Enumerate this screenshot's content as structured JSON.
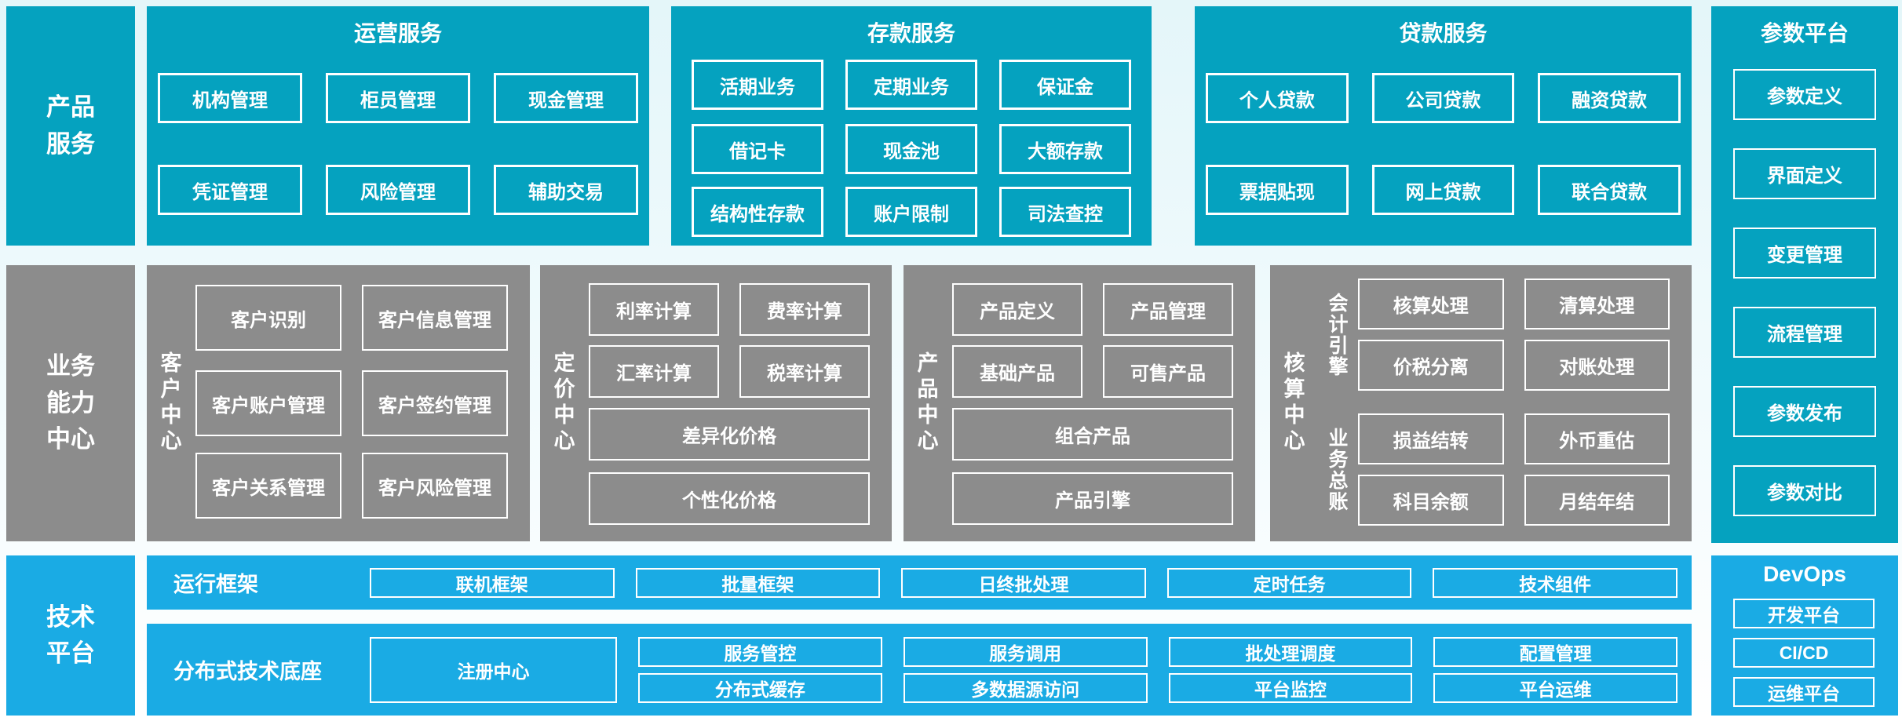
{
  "colors": {
    "teal": "#05A2BF",
    "blue": "#1AABE4",
    "gray": "#8C8C8C",
    "box_border": "#FFFFFF",
    "background_top": "#E4F6F9"
  },
  "bands": {
    "product_services": {
      "label": "产品\n服务",
      "sections": [
        {
          "title": "运营服务",
          "boxes": [
            "机构管理",
            "柜员管理",
            "现金管理",
            "凭证管理",
            "风险管理",
            "辅助交易"
          ]
        },
        {
          "title": "存款服务",
          "boxes": [
            "活期业务",
            "定期业务",
            "保证金",
            "借记卡",
            "现金池",
            "大额存款",
            "结构性存款",
            "账户限制",
            "司法查控"
          ]
        },
        {
          "title": "贷款服务",
          "boxes": [
            "个人贷款",
            "公司贷款",
            "融资贷款",
            "票据贴现",
            "网上贷款",
            "联合贷款"
          ]
        }
      ]
    },
    "parameter_platform": {
      "title": "参数平台",
      "boxes": [
        "参数定义",
        "界面定义",
        "变更管理",
        "流程管理",
        "参数发布",
        "参数对比"
      ]
    },
    "business_capability": {
      "label": "业务\n能力\n中心",
      "sections": [
        {
          "title": "客户中心",
          "boxes": [
            "客户识别",
            "客户信息管理",
            "客户账户管理",
            "客户签约管理",
            "客户关系管理",
            "客户风险管理"
          ]
        },
        {
          "title": "定价中心",
          "boxes": [
            "利率计算",
            "费率计算",
            "汇率计算",
            "税率计算"
          ],
          "wide_boxes": [
            "差异化价格",
            "个性化价格"
          ]
        },
        {
          "title": "产品中心",
          "boxes": [
            "产品定义",
            "产品管理",
            "基础产品",
            "可售产品"
          ],
          "wide_boxes": [
            "组合产品",
            "产品引擎"
          ]
        },
        {
          "title": "核算中心",
          "groups": [
            {
              "label": "会计引擎",
              "boxes": [
                "核算处理",
                "清算处理",
                "价税分离",
                "对账处理"
              ]
            },
            {
              "label": "业务总账",
              "boxes": [
                "损益结转",
                "外币重估",
                "科目余额",
                "月结年结"
              ]
            }
          ]
        }
      ]
    },
    "tech_platform": {
      "label": "技术\n平台",
      "rows": [
        {
          "label": "运行框架",
          "boxes": [
            "联机框架",
            "批量框架",
            "日终批处理",
            "定时任务",
            "技术组件"
          ]
        },
        {
          "label": "分布式技术底座",
          "featured_box": "注册中心",
          "boxes": [
            "服务管控",
            "服务调用",
            "批处理调度",
            "配置管理",
            "分布式缓存",
            "多数据源访问",
            "平台监控",
            "平台运维"
          ]
        }
      ]
    },
    "devops": {
      "title": "DevOps",
      "boxes": [
        "开发平台",
        "CI/CD",
        "运维平台"
      ]
    }
  }
}
